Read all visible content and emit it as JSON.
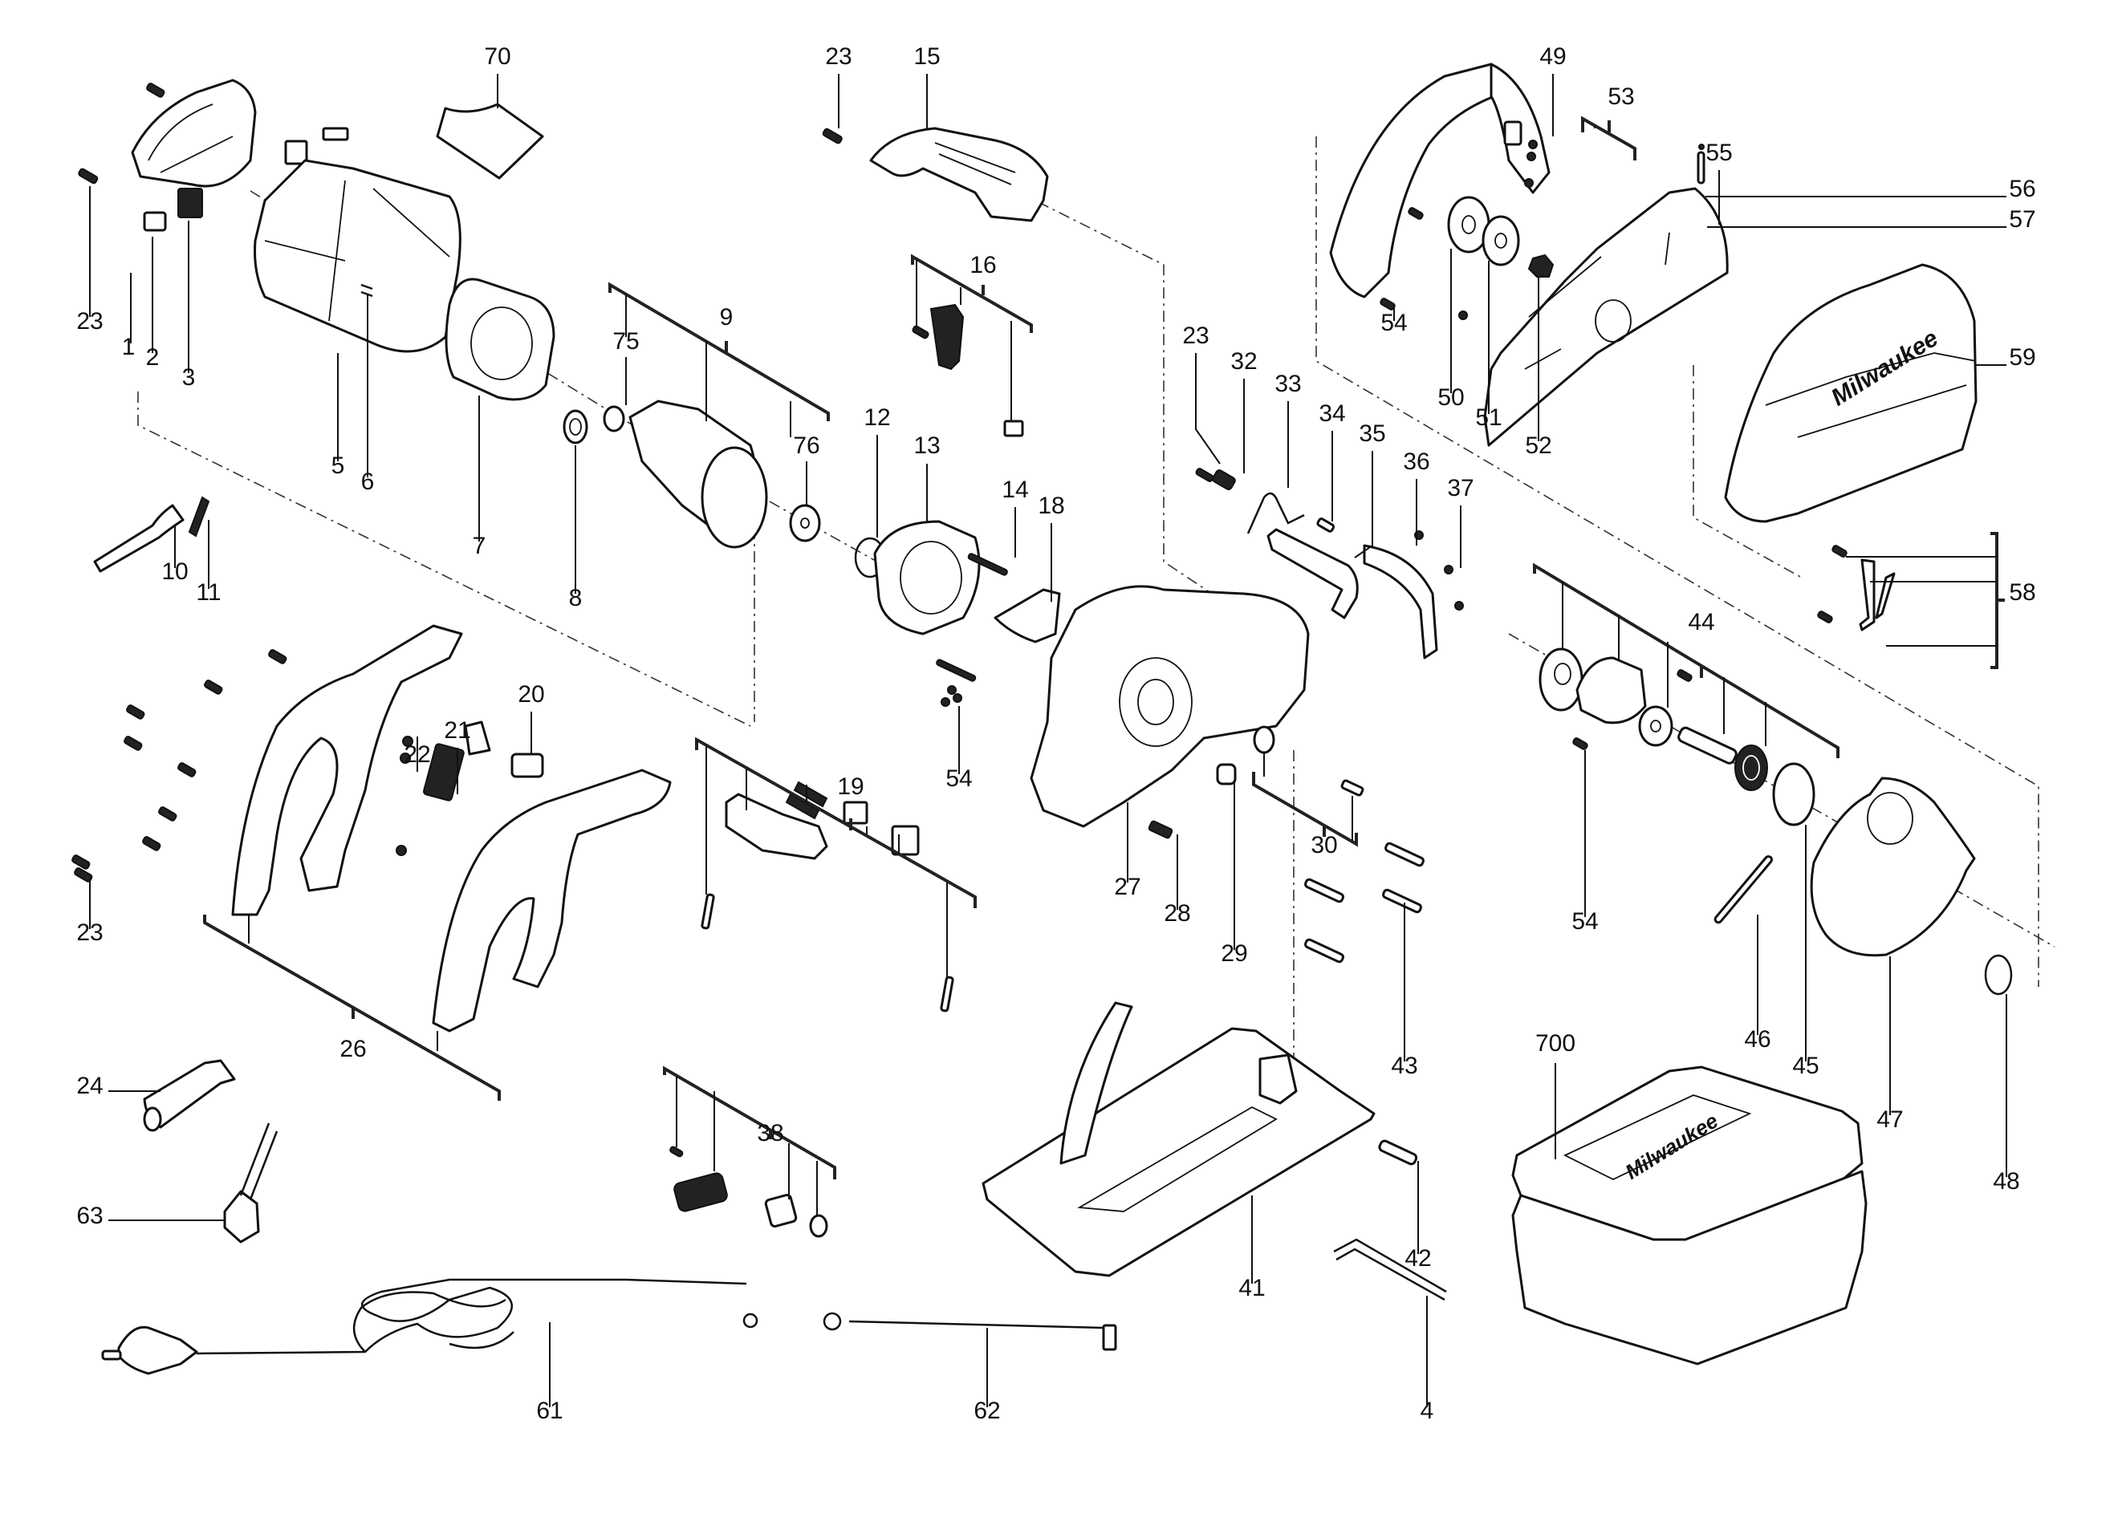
{
  "diagram": {
    "type": "exploded-parts-view",
    "subject": "Circular saw with guide table",
    "brand_logo_text": "Milwaukee",
    "callouts": [
      {
        "id": "c23a",
        "label": "23"
      },
      {
        "id": "c1",
        "label": "1"
      },
      {
        "id": "c2",
        "label": "2"
      },
      {
        "id": "c3",
        "label": "3"
      },
      {
        "id": "c70",
        "label": "70"
      },
      {
        "id": "c5",
        "label": "5"
      },
      {
        "id": "c6",
        "label": "6"
      },
      {
        "id": "c7",
        "label": "7"
      },
      {
        "id": "c8",
        "label": "8"
      },
      {
        "id": "c10",
        "label": "10"
      },
      {
        "id": "c11",
        "label": "11"
      },
      {
        "id": "c75",
        "label": "75"
      },
      {
        "id": "c9",
        "label": "9"
      },
      {
        "id": "c76",
        "label": "76"
      },
      {
        "id": "c12",
        "label": "12"
      },
      {
        "id": "c13",
        "label": "13"
      },
      {
        "id": "c14",
        "label": "14"
      },
      {
        "id": "c18",
        "label": "18"
      },
      {
        "id": "c23b",
        "label": "23"
      },
      {
        "id": "c15",
        "label": "15"
      },
      {
        "id": "c16",
        "label": "16"
      },
      {
        "id": "c54a",
        "label": "54"
      },
      {
        "id": "c20",
        "label": "20"
      },
      {
        "id": "c21",
        "label": "21"
      },
      {
        "id": "c22",
        "label": "22"
      },
      {
        "id": "c23c",
        "label": "23"
      },
      {
        "id": "c26",
        "label": "26"
      },
      {
        "id": "c19",
        "label": "19"
      },
      {
        "id": "c24",
        "label": "24"
      },
      {
        "id": "c63",
        "label": "63"
      },
      {
        "id": "c38",
        "label": "38"
      },
      {
        "id": "c61",
        "label": "61"
      },
      {
        "id": "c62",
        "label": "62"
      },
      {
        "id": "c23d",
        "label": "23"
      },
      {
        "id": "c32",
        "label": "32"
      },
      {
        "id": "c33",
        "label": "33"
      },
      {
        "id": "c34",
        "label": "34"
      },
      {
        "id": "c35",
        "label": "35"
      },
      {
        "id": "c36",
        "label": "36"
      },
      {
        "id": "c37",
        "label": "37"
      },
      {
        "id": "c27",
        "label": "27"
      },
      {
        "id": "c28",
        "label": "28"
      },
      {
        "id": "c29",
        "label": "29"
      },
      {
        "id": "c30",
        "label": "30"
      },
      {
        "id": "c43",
        "label": "43"
      },
      {
        "id": "c41",
        "label": "41"
      },
      {
        "id": "c42",
        "label": "42"
      },
      {
        "id": "c4",
        "label": "4"
      },
      {
        "id": "c49",
        "label": "49"
      },
      {
        "id": "c53",
        "label": "53"
      },
      {
        "id": "c55",
        "label": "55"
      },
      {
        "id": "c54b",
        "label": "54"
      },
      {
        "id": "c50",
        "label": "50"
      },
      {
        "id": "c51",
        "label": "51"
      },
      {
        "id": "c52",
        "label": "52"
      },
      {
        "id": "c56",
        "label": "56"
      },
      {
        "id": "c57",
        "label": "57"
      },
      {
        "id": "c59",
        "label": "59"
      },
      {
        "id": "c58",
        "label": "58"
      },
      {
        "id": "c44",
        "label": "44"
      },
      {
        "id": "c54c",
        "label": "54"
      },
      {
        "id": "c46",
        "label": "46"
      },
      {
        "id": "c45",
        "label": "45"
      },
      {
        "id": "c47",
        "label": "47"
      },
      {
        "id": "c48",
        "label": "48"
      },
      {
        "id": "c700",
        "label": "700"
      }
    ],
    "assemblies": [
      {
        "label": "9",
        "members": [
          "75",
          "armature",
          "76"
        ]
      },
      {
        "label": "16",
        "members": [
          "screw",
          "lever",
          "bushing"
        ]
      },
      {
        "label": "19",
        "members": [
          "pin",
          "lever",
          "springs",
          "clip",
          "plate",
          "pin"
        ]
      },
      {
        "label": "26",
        "members": [
          "housing-half-left",
          "housing-half-right"
        ]
      },
      {
        "label": "30",
        "members": [
          "roller",
          "screw"
        ]
      },
      {
        "label": "38",
        "members": [
          "screw",
          "knob",
          "sleeve",
          "washer"
        ]
      },
      {
        "label": "44",
        "members": [
          "gear",
          "bearing-flange",
          "bearing",
          "spindle",
          "seal"
        ]
      },
      {
        "label": "53",
        "members": [
          "bracket",
          "screw"
        ]
      },
      {
        "label": "58",
        "members": [
          "screw",
          "bracket",
          "strip"
        ]
      }
    ]
  }
}
